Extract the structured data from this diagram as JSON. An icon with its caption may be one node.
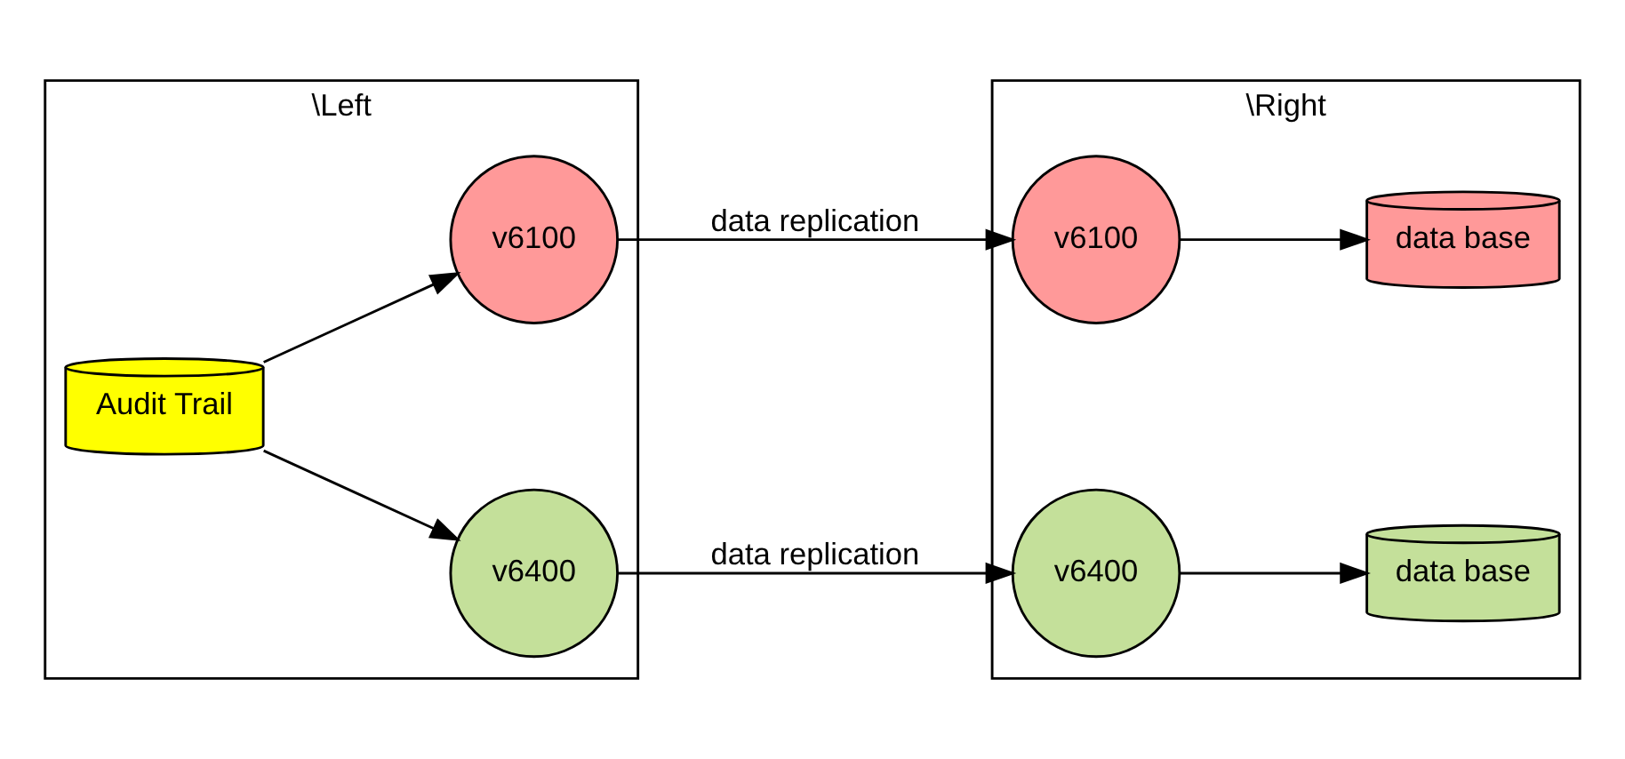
{
  "diagram": {
    "nodes": [
      {
        "text": [
          "\\Left"
        ]
      },
      {
        "text": [
          "Audit Trail"
        ],
        "in": 0
      },
      {
        "text": [
          "v6100"
        ],
        "in": 0
      },
      {
        "text": [
          "v6400"
        ],
        "in": 0
      },
      {
        "text": [
          "\\Right"
        ]
      },
      {
        "text": [
          "v6100"
        ],
        "in": 4
      },
      {
        "text": [
          "data base"
        ],
        "in": 4
      },
      {
        "text": [
          "v6400"
        ],
        "in": 4
      },
      {
        "text": [
          "data base"
        ],
        "in": 4
      }
    ],
    "edges": [
      {
        "from": 1,
        "to": 2,
        "arrow": "to"
      },
      {
        "from": 1,
        "to": 3,
        "arrow": "to"
      },
      {
        "from": 2,
        "to": 5,
        "arrow": "to",
        "label": "data replication"
      },
      {
        "from": 3,
        "to": 7,
        "arrow": "to",
        "label": "data replication"
      },
      {
        "from": 5,
        "to": 6,
        "arrow": "to"
      },
      {
        "from": 7,
        "to": 8,
        "arrow": "to"
      }
    ]
  }
}
